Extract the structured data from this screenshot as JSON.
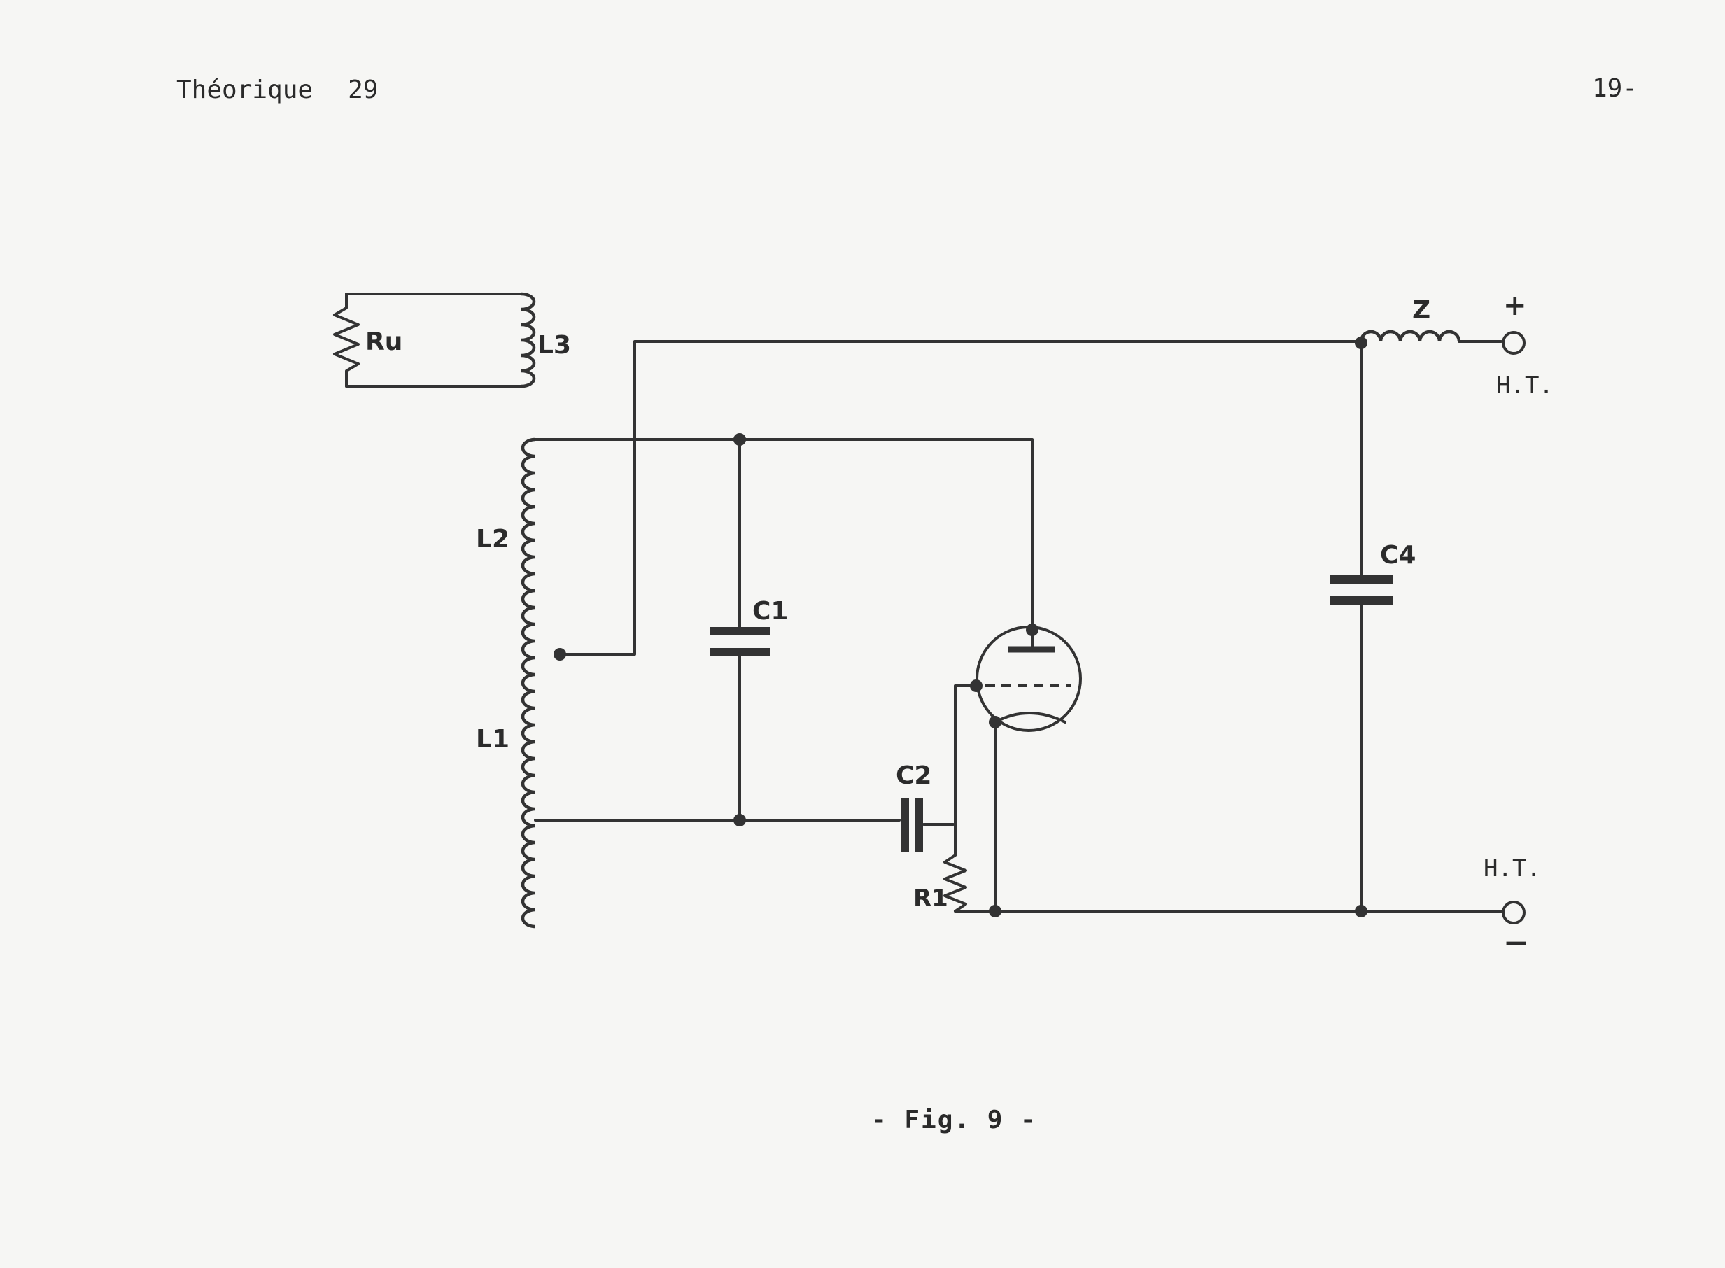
{
  "header": {
    "title": "Théorique",
    "page": "29",
    "folio": "19-"
  },
  "caption": "- Fig. 9 -",
  "labels": {
    "ru": "Ru",
    "l3": "L3",
    "l2": "L2",
    "l1": "L1",
    "c1": "C1",
    "c2": "C2",
    "c4": "C4",
    "r1": "R1",
    "z": "Z",
    "plus": "+",
    "minus": "−",
    "ht_top": "H.T.",
    "ht_bottom": "H.T."
  }
}
